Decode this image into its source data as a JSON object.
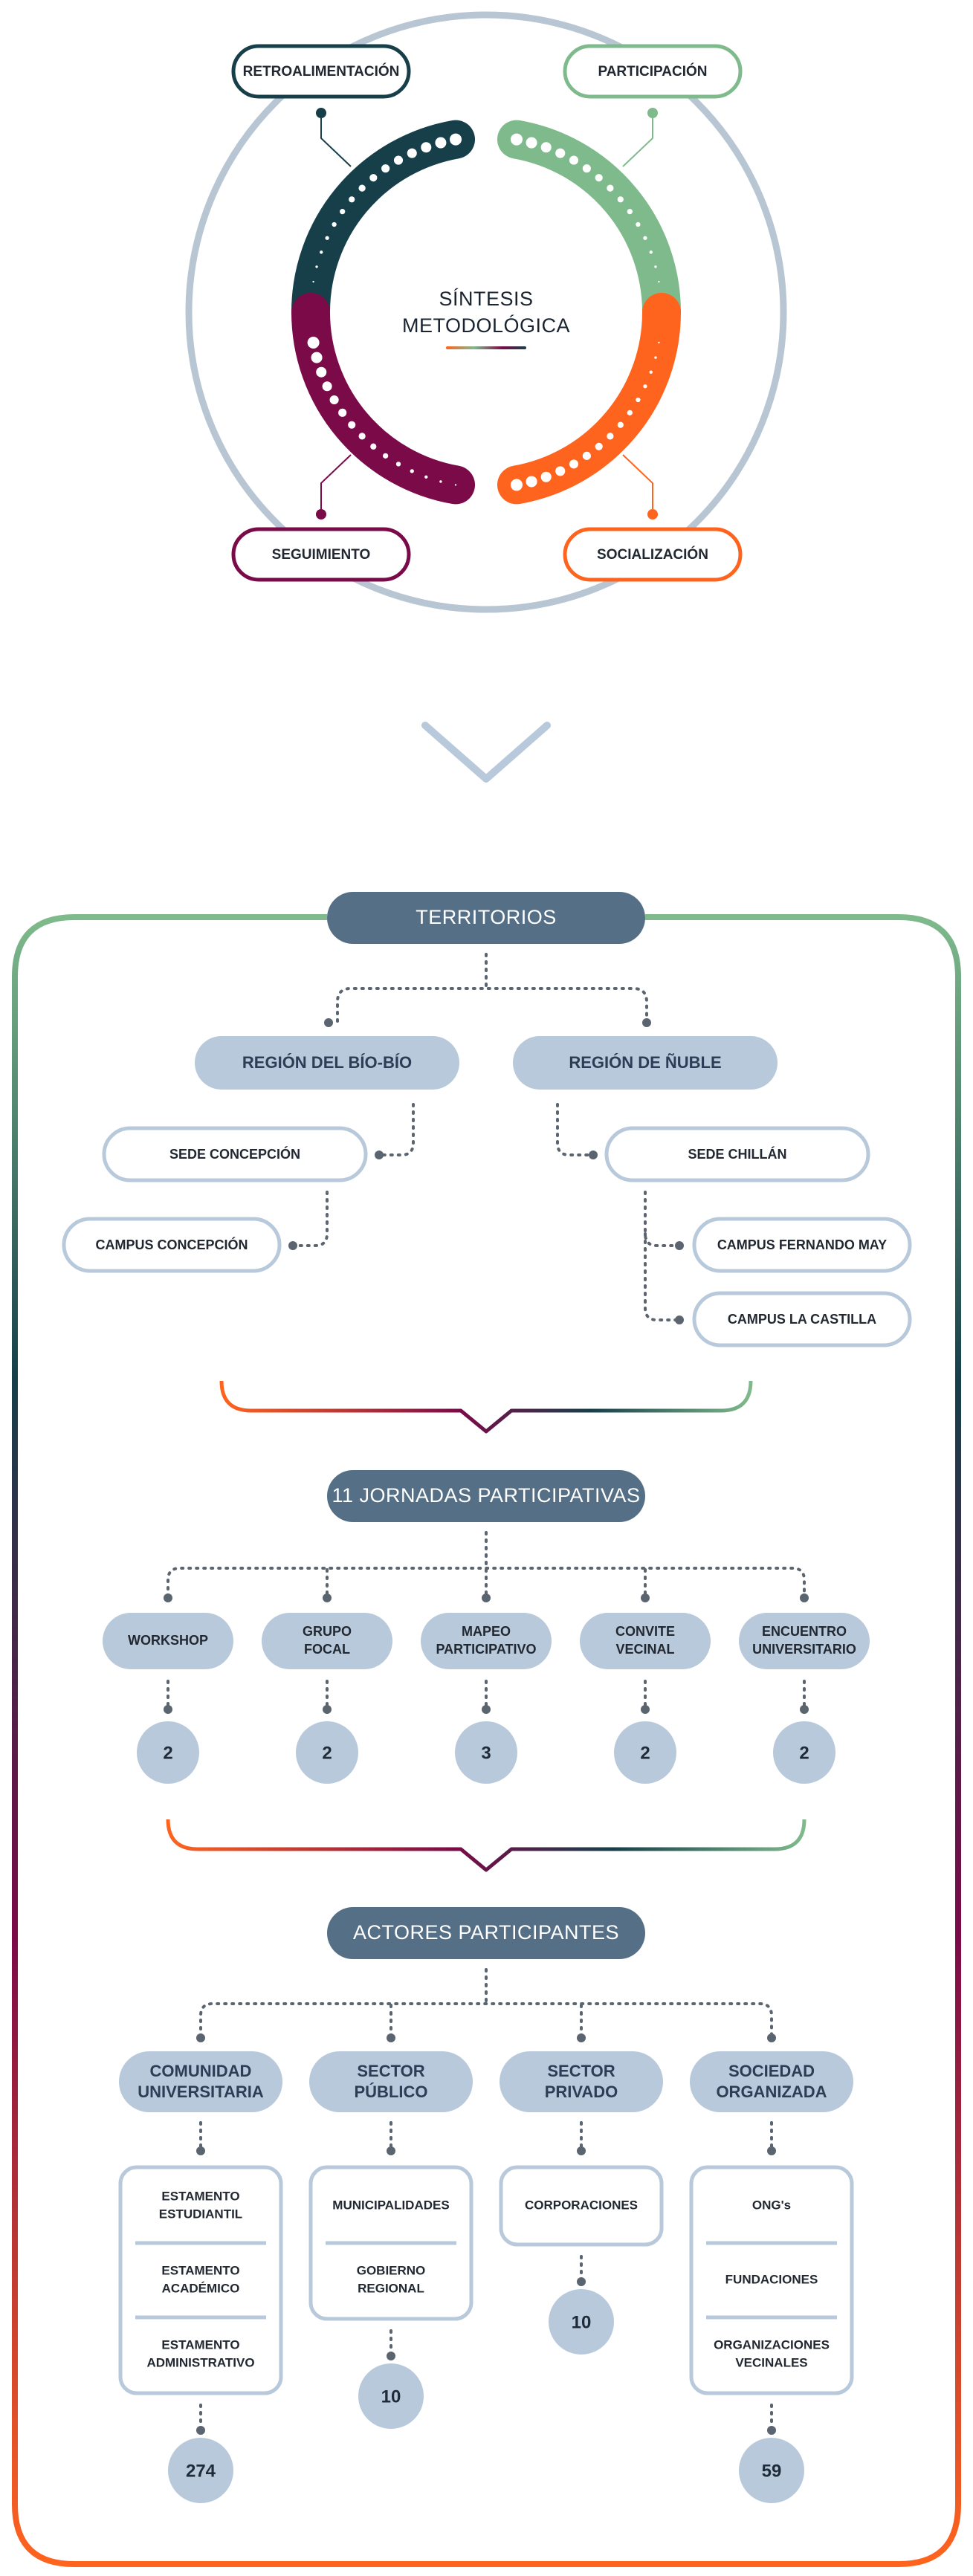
{
  "cycle": {
    "center_line1": "SÍNTESIS",
    "center_line2": "METODOLÓGICA",
    "stages": [
      {
        "label": "RETROALIMENTACIÓN",
        "color": "#163f4a"
      },
      {
        "label": "PARTICIPACIÓN",
        "color": "#7fba8c"
      },
      {
        "label": "SEGUIMIENTO",
        "color": "#7b0a48"
      },
      {
        "label": "SOCIALIZACIÓN",
        "color": "#ff641e"
      }
    ],
    "ring_color": "#b8c6d4"
  },
  "territorios": {
    "title": "TERRITORIOS",
    "regions": [
      {
        "name": "REGIÓN DEL BÍO-BÍO",
        "sede": "SEDE CONCEPCIÓN",
        "campus": [
          "CAMPUS CONCEPCIÓN"
        ]
      },
      {
        "name": "REGIÓN DE ÑUBLE",
        "sede": "SEDE CHILLÁN",
        "campus": [
          "CAMPUS FERNANDO MAY",
          "CAMPUS LA CASTILLA"
        ]
      }
    ]
  },
  "jornadas": {
    "title": "11 JORNADAS PARTICIPATIVAS",
    "items": [
      {
        "line1": "WORKSHOP",
        "line2": "",
        "count": "2"
      },
      {
        "line1": "GRUPO",
        "line2": "FOCAL",
        "count": "2"
      },
      {
        "line1": "MAPEO",
        "line2": "PARTICIPATIVO",
        "count": "3"
      },
      {
        "line1": "CONVITE",
        "line2": "VECINAL",
        "count": "2"
      },
      {
        "line1": "ENCUENTRO",
        "line2": "UNIVERSITARIO",
        "count": "2"
      }
    ]
  },
  "actores": {
    "title": "ACTORES PARTICIPANTES",
    "groups": [
      {
        "line1": "COMUNIDAD",
        "line2": "UNIVERSITARIA",
        "members": [
          [
            "ESTAMENTO",
            "ESTUDIANTIL"
          ],
          [
            "ESTAMENTO",
            "ACADÉMICO"
          ],
          [
            "ESTAMENTO",
            "ADMINISTRATIVO"
          ]
        ],
        "count": "274"
      },
      {
        "line1": "SECTOR",
        "line2": "PÚBLICO",
        "members": [
          [
            "MUNICIPALIDADES"
          ],
          [
            "GOBIERNO",
            "REGIONAL"
          ]
        ],
        "count": "10"
      },
      {
        "line1": "SECTOR",
        "line2": "PRIVADO",
        "members": [
          [
            "CORPORACIONES"
          ]
        ],
        "count": "10"
      },
      {
        "line1": "SOCIEDAD",
        "line2": "ORGANIZADA",
        "members": [
          [
            "ONG's"
          ],
          [
            "FUNDACIONES"
          ],
          [
            "ORGANIZACIONES",
            "VECINALES"
          ]
        ],
        "count": "59"
      }
    ]
  },
  "colors": {
    "title_pill": "#556f86",
    "header_pill": "#b8c9db",
    "outline": "#b8c9db",
    "dots": "#5b6570",
    "frame_top": "#7fba8c",
    "frame_mid": "#163f4a",
    "frame_low": "#7b0a48",
    "frame_bottom": "#ff641e"
  }
}
